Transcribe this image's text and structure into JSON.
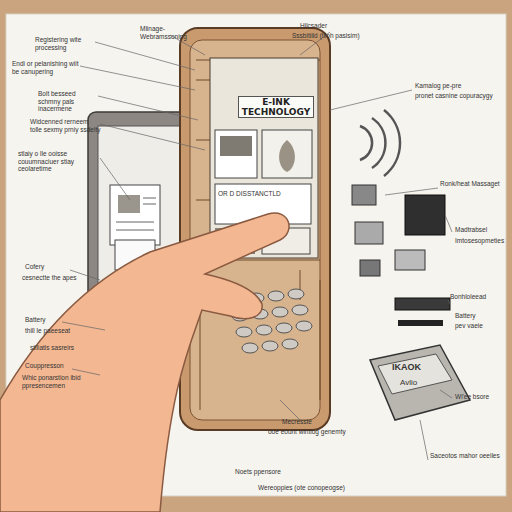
{
  "diagram": {
    "nodes": [
      {
        "text": [
          "E-INK TECHNOLOGY"
        ]
      }
    ],
    "labels": [
      "Registering wite processing",
      "Mlinage- Webramssoning",
      "Endi or pelanishing wiit be canupering",
      "Bolt besseed schmny pals inacermene",
      "Widcenned rerneem tolle sexmy prniy ssdelty",
      "stlaiy o lle ooisse couumnaciuer stiay ceolaretime",
      "Cofery",
      "cesnectte the apes",
      "Battery",
      "thill le paeeseat",
      "stiliatis sasreirs",
      "Couppresson",
      "Whic ponarstion ibid ppresencemen",
      "Hilcsader",
      "Sssbitiild (tiloh pasisim)",
      "Kamalog pe-pre",
      "pronet casnine copuracygy",
      "Ronk/heat Massaget",
      "Madtrabsel",
      "Imtosesopmeties",
      "Bonhloleead",
      "Battery",
      "pev vaeie",
      "Wi'ee bsore",
      "Mecresste",
      "ooe eount wintlog genemty",
      "Noets ppensore",
      "Wereoppies (ote conopeogse)",
      "Saceotos mahor oeeiles",
      "IKAOK",
      "Avlio",
      "OR D DISSTANCTLD"
    ]
  }
}
